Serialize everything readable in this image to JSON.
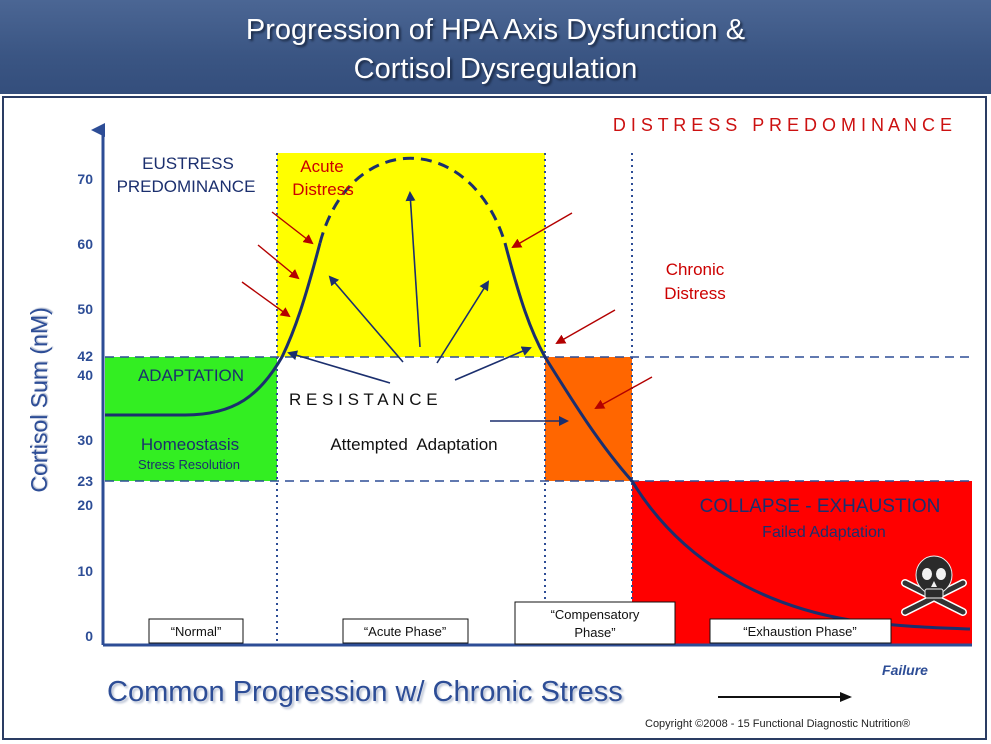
{
  "title": {
    "line1": "Progression of HPA Axis Dysfunction &",
    "line2": "Cortisol Dysregulation"
  },
  "distress_banner": "D I S T R E S S   P R E D O M I N A N C E",
  "y_axis": {
    "label": "Cortisol Sum (nM)",
    "ticks": [
      "70",
      "60",
      "50",
      "42",
      "40",
      "30",
      "23",
      "20",
      "10",
      "0"
    ]
  },
  "zones": {
    "eustress_line1": "EUSTRESS",
    "eustress_line2": "PREDOMINANCE",
    "acute_line1": "Acute",
    "acute_line2": "Distress",
    "chronic_line1": "Chronic",
    "chronic_line2": "Distress",
    "adaptation": "ADAPTATION",
    "homeostasis": "Homeostasis",
    "stress_resolution": "Stress Resolution",
    "resistance": "R E S I S T A N C E",
    "attempted_adaptation": "Attempted  Adaptation",
    "collapse": "COLLAPSE - EXHAUSTION",
    "failed_adaptation": "Failed Adaptation"
  },
  "phases": {
    "normal": "“Normal”",
    "acute": "“Acute Phase”",
    "compensatory_line1": "“Compensatory",
    "compensatory_line2": "Phase”",
    "exhaustion": "“Exhaustion Phase”"
  },
  "failure_label": "Failure",
  "x_axis_title": "Common Progression w/ Chronic Stress",
  "copyright": "Copyright ©2008 - 15 Functional Diagnostic Nutrition®",
  "colors": {
    "header": "#3a5583",
    "green": "#33ee22",
    "yellow": "#ffff00",
    "orange": "#ff6600",
    "red": "#ff0000",
    "curve": "#1b2f6e",
    "dark_red_text": "#cc0000",
    "axis_blue": "#2d4d96"
  },
  "icons": [
    "skull-crossbones-icon"
  ]
}
